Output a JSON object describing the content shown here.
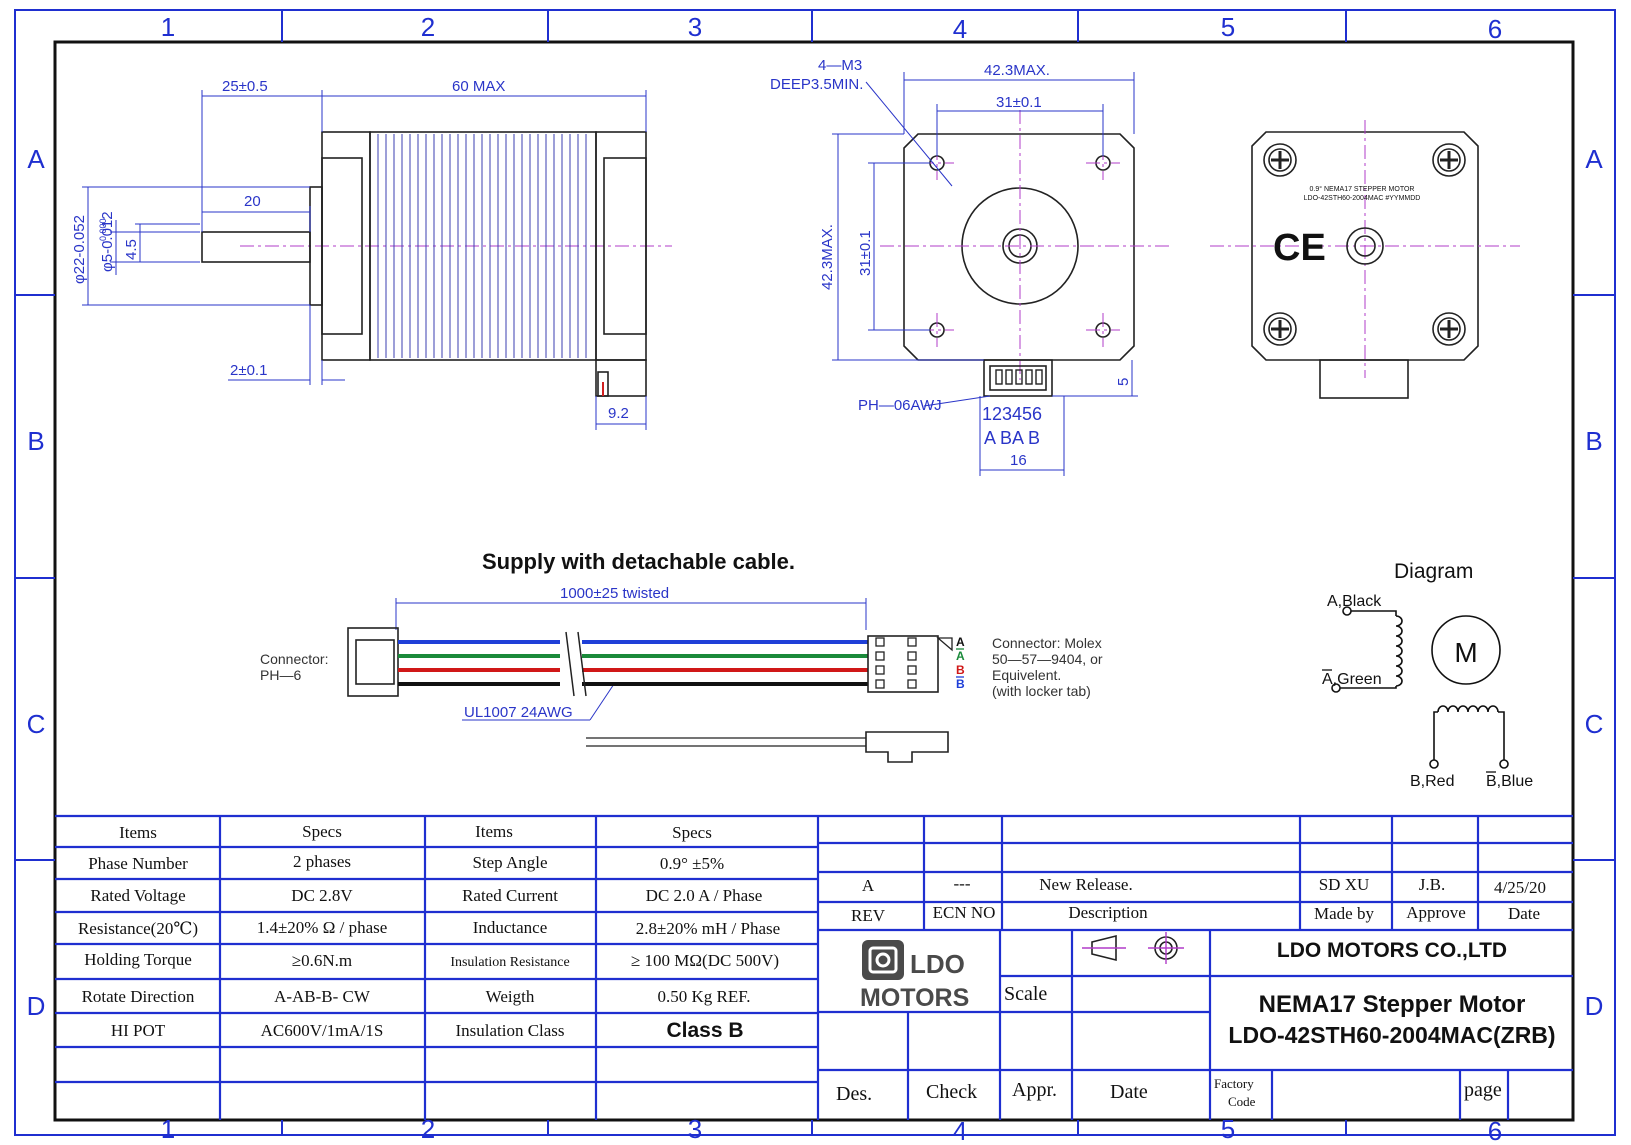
{
  "frame": {
    "columns": [
      "1",
      "2",
      "3",
      "4",
      "5",
      "6"
    ],
    "rows": [
      "A",
      "B",
      "C",
      "D"
    ]
  },
  "side_view": {
    "dim_shaft_length": "25±0.5",
    "dim_body_length": "60  MAX",
    "dim_flat_length": "20",
    "dim_boss_dia": "φ22-0.052",
    "dim_shaft_dia": "φ5-0.012",
    "dim_shaft_tol_upper": "-0.000",
    "dim_flat": "4.5",
    "dim_boss_height": "2±0.1",
    "dim_connector": "9.2"
  },
  "front_view": {
    "dim_holes": "4—M3",
    "dim_holes_depth": "DEEP3.5MIN.",
    "dim_width_max": "42.3MAX.",
    "dim_hole_pitch": "31±0.1",
    "dim_height_max": "42.3MAX.",
    "dim_hole_pitch_v": "31±0.1",
    "dim_conn_offset": "5",
    "connector_label": "PH—06AWJ",
    "pin_numbers": "123456",
    "pin_letters": "A  BA  B",
    "dim_connector_width": "16"
  },
  "back_view": {
    "label_line1": "0.9° NEMA17 STEPPER MOTOR",
    "label_line2": "LDO-42STH60-2004MAC #YYMMDD",
    "ce_mark": "CE"
  },
  "cable": {
    "title": "Supply with detachable cable.",
    "length": "1000±25  twisted",
    "connector_left_1": "Connector:",
    "connector_left_2": "PH—6",
    "wire_spec": "UL1007  24AWG",
    "connector_right_1": "Connector: Molex",
    "connector_right_2": "50—57—9404, or",
    "connector_right_3": "Equivelent.",
    "connector_right_4": "(with locker tab)",
    "pin_labels": [
      "A",
      "A",
      "B",
      "B"
    ],
    "wire_colors": [
      "#1f3fd8",
      "#1a8a3a",
      "#d01818",
      "#111111"
    ]
  },
  "diagram": {
    "title": "Diagram",
    "motor": "M",
    "a_black": "A,Black",
    "a_green": "A,Green",
    "b_red": "B,Red",
    "b_blue": "B,Blue"
  },
  "specs": {
    "headers": [
      "Items",
      "Specs",
      "Items",
      "Specs"
    ],
    "rows": [
      [
        "Phase Number",
        "2 phases",
        "Step Angle",
        "0.9° ±5%"
      ],
      [
        "Rated Voltage",
        "DC 2.8V",
        "Rated Current",
        "DC 2.0 A / Phase"
      ],
      [
        "Resistance(20℃)",
        "1.4±20% Ω / phase",
        "Inductance",
        "2.8±20% mH / Phase"
      ],
      [
        "Holding Torque",
        "≥0.6N.m",
        "Insulation Resistance",
        "≥ 100 MΩ(DC 500V)"
      ],
      [
        "Rotate Direction",
        "A-AB-B- CW",
        "Weigth",
        "0.50 Kg  REF."
      ],
      [
        "HI POT",
        "AC600V/1mA/1S",
        "Insulation Class",
        "Class B"
      ]
    ]
  },
  "revision": {
    "rev_value": "A",
    "ecn_value": "---",
    "description_value": "New Release.",
    "made_by_value": "SD XU",
    "approve_value": "J.B.",
    "date_value": "4/25/20",
    "rev_header": "REV",
    "ecn_header": "ECN NO",
    "description_header": "Description",
    "made_by_header": "Made by",
    "approve_header": "Approve",
    "date_header": "Date"
  },
  "title_block": {
    "logo_line1": "LDO",
    "logo_line2": "MOTORS",
    "scale_label": "Scale",
    "company": "LDO MOTORS CO.,LTD",
    "product_line1": "NEMA17 Stepper Motor",
    "product_line2": "LDO-42STH60-2004MAC(ZRB)",
    "des": "Des.",
    "check": "Check",
    "appr": "Appr.",
    "date": "Date",
    "factory_code_1": "Factory",
    "factory_code_2": "Code",
    "page": "page"
  },
  "colors": {
    "frame": "#1f2fd0",
    "dimension": "#2a35c8",
    "centerline": "#b03cc8",
    "part": "#222222"
  }
}
